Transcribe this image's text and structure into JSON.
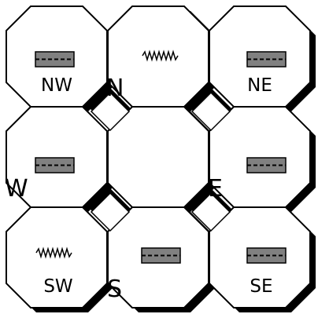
{
  "board": {
    "tiles": [
      {
        "id": "nw",
        "label": "NW",
        "marker": "road"
      },
      {
        "id": "n",
        "label": "",
        "marker": "wave"
      },
      {
        "id": "ne",
        "label": "NE",
        "marker": "road"
      },
      {
        "id": "w",
        "label": "",
        "marker": "road"
      },
      {
        "id": "c",
        "label": "",
        "marker": "none"
      },
      {
        "id": "e",
        "label": "",
        "marker": "road"
      },
      {
        "id": "sw",
        "label": "SW",
        "marker": "wave"
      },
      {
        "id": "s",
        "label": "",
        "marker": "road"
      },
      {
        "id": "se",
        "label": "SE",
        "marker": "road"
      }
    ],
    "compass": {
      "n": "N",
      "w": "W",
      "e": "E",
      "s": "S"
    }
  },
  "colors": {
    "tile_fill": "#ffffff",
    "tile_stroke": "#000000",
    "shadow": "#000000",
    "road_fill": "#808080"
  }
}
